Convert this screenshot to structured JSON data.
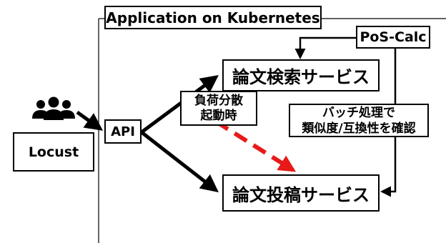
{
  "diagram": {
    "container_title": "Application on Kubernetes",
    "nodes": {
      "poscalc": "PoS-Calc",
      "search_service": "論文検索サービス",
      "post_service": "論文投稿サービス",
      "batch_note": [
        "バッチ処理で",
        "類似度/互換性を確認"
      ],
      "api": "API",
      "locust": "Locust",
      "lb_note": [
        "負荷分散",
        "起動時"
      ]
    },
    "icons": [
      "users-icon"
    ],
    "colors": {
      "line": "#000000",
      "dashed_arrow": "#e81919",
      "background": "#ffffff"
    }
  }
}
